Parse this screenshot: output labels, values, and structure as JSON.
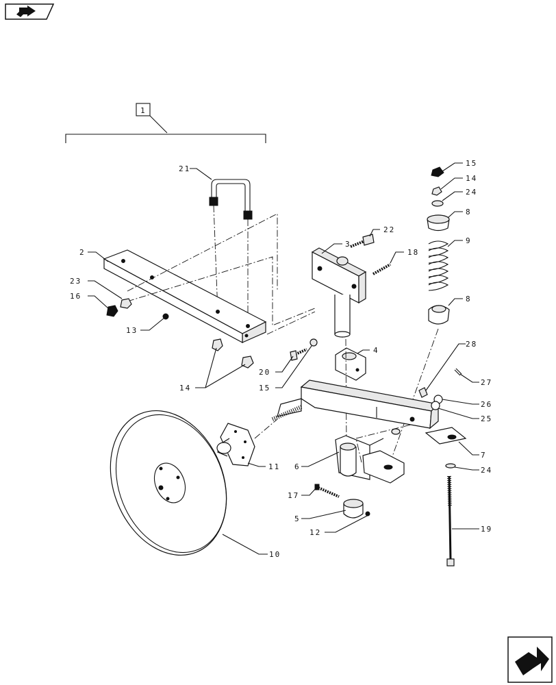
{
  "assembly_label": "1",
  "callouts": [
    {
      "id": "c21",
      "text": "21"
    },
    {
      "id": "c2",
      "text": "2"
    },
    {
      "id": "c23",
      "text": "23"
    },
    {
      "id": "c16",
      "text": "16"
    },
    {
      "id": "c13",
      "text": "13"
    },
    {
      "id": "c14a",
      "text": "14"
    },
    {
      "id": "c3",
      "text": "3"
    },
    {
      "id": "c22",
      "text": "22"
    },
    {
      "id": "c18",
      "text": "18"
    },
    {
      "id": "c4",
      "text": "4"
    },
    {
      "id": "c20",
      "text": "20"
    },
    {
      "id": "c15a",
      "text": "15"
    },
    {
      "id": "c15b",
      "text": "15"
    },
    {
      "id": "c14b",
      "text": "14"
    },
    {
      "id": "c24a",
      "text": "24"
    },
    {
      "id": "c8a",
      "text": "8"
    },
    {
      "id": "c9",
      "text": "9"
    },
    {
      "id": "c8b",
      "text": "8"
    },
    {
      "id": "c28",
      "text": "28"
    },
    {
      "id": "c27",
      "text": "27"
    },
    {
      "id": "c26",
      "text": "26"
    },
    {
      "id": "c25",
      "text": "25"
    },
    {
      "id": "c7",
      "text": "7"
    },
    {
      "id": "c24b",
      "text": "24"
    },
    {
      "id": "c11",
      "text": "11"
    },
    {
      "id": "c6",
      "text": "6"
    },
    {
      "id": "c17",
      "text": "17"
    },
    {
      "id": "c5",
      "text": "5"
    },
    {
      "id": "c12",
      "text": "12"
    },
    {
      "id": "c10",
      "text": "10"
    },
    {
      "id": "c19",
      "text": "19"
    }
  ],
  "icons": {
    "top_left": "back-arrow-icon",
    "bottom_right": "next-arrow-icon"
  }
}
